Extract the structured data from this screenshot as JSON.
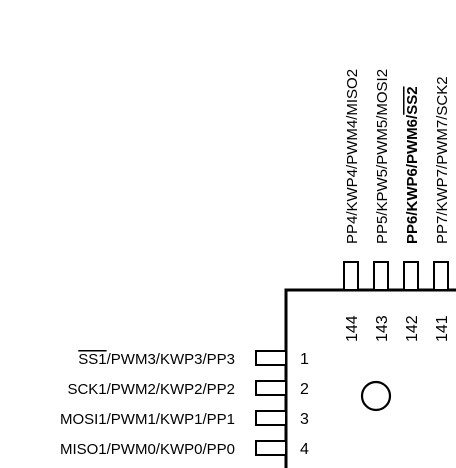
{
  "top_pins": [
    {
      "label": "PP4/KWP4/PWM4/MISO2",
      "overline": "",
      "number": "144",
      "bold": false
    },
    {
      "label": "PP5/KPW5/PWM5/MOSI2",
      "overline": "",
      "number": "143",
      "bold": false
    },
    {
      "label": "PP6/KWP6/PWM6/",
      "overline": "SS2",
      "number": "142",
      "bold": true
    },
    {
      "label": "PP7/KWP7/PWM7/SCK2",
      "overline": "",
      "number": "141",
      "bold": false
    }
  ],
  "left_pins": [
    {
      "overline": "SS1",
      "label": "/PWM3/KWP3/PP3",
      "number": "1"
    },
    {
      "overline": "",
      "label": "SCK1/PWM2/KWP2/PP2",
      "number": "2"
    },
    {
      "overline": "",
      "label": "MOSI1/PWM1/KWP1/PP1",
      "number": "3"
    },
    {
      "overline": "",
      "label": "MISO1/PWM0/KWP0/PP0",
      "number": "4"
    }
  ]
}
